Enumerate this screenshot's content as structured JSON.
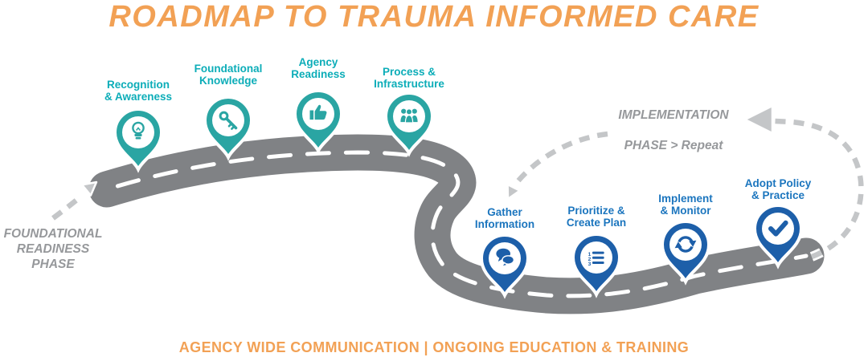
{
  "title": "ROADMAP TO TRAUMA INFORMED CARE",
  "footer": "AGENCY WIDE COMMUNICATION  |  ONGOING EDUCATION & TRAINING",
  "phase_labels": {
    "foundational": "FOUNDATIONAL\nREADINESS\nPHASE",
    "implementation_line1": "IMPLEMENTATION",
    "implementation_line2": "PHASE > Repeat"
  },
  "pins": [
    {
      "label": "Recognition\n& Awareness",
      "icon": "lightbulb-icon",
      "phase": "foundational"
    },
    {
      "label": "Foundational\nKnowledge",
      "icon": "key-icon",
      "phase": "foundational"
    },
    {
      "label": "Agency\nReadiness",
      "icon": "thumbs-up-icon",
      "phase": "foundational"
    },
    {
      "label": "Process &\nInfrastructure",
      "icon": "people-icon",
      "phase": "foundational"
    },
    {
      "label": "Gather\nInformation",
      "icon": "chat-bubbles-icon",
      "phase": "implementation"
    },
    {
      "label": "Prioritize &\nCreate Plan",
      "icon": "numbered-list-icon",
      "phase": "implementation"
    },
    {
      "label": "Implement\n& Monitor",
      "icon": "refresh-icon",
      "phase": "implementation"
    },
    {
      "label": "Adopt Policy\n& Practice",
      "icon": "checkmark-icon",
      "phase": "implementation"
    }
  ],
  "colors": {
    "title_orange": "#F2A155",
    "teal_pin": "#2AA5A3",
    "teal_label": "#0CADB8",
    "blue_pin": "#1D5FA9",
    "blue_label": "#1B75BE",
    "road_gray": "#808285",
    "phase_text_gray": "#96989B",
    "dashed_arrow_gray": "#C4C6C8"
  }
}
